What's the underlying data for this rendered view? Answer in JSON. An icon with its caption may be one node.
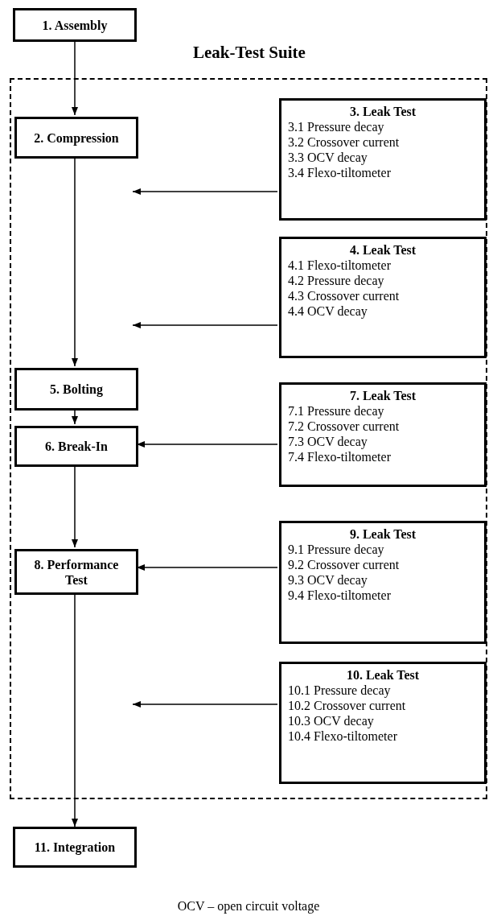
{
  "diagram": {
    "title": "Leak-Test Suite",
    "nodes": [
      {
        "text": [
          "1. Assembly"
        ]
      },
      {
        "text": [],
        "shape": "box"
      },
      {
        "text": [
          "2. Compression"
        ],
        "in": 1
      },
      {
        "text": [
          "3. Leak Test",
          "3.1 Pressure decay",
          "3.2 Crossover current",
          "3.3 OCV decay",
          "3.4 Flexo-tiltometer"
        ],
        "in": 1
      },
      {
        "text": [
          "4. Leak Test",
          "4.1 Flexo-tiltometer",
          "4.2 Pressure decay",
          "4.3 Crossover current",
          "4.4 OCV decay"
        ],
        "in": 1
      },
      {
        "text": [
          "5. Bolting"
        ],
        "in": 1
      },
      {
        "text": [
          "7. Leak Test",
          "7.1 Pressure decay",
          "7.2 Crossover current",
          "7.3 OCV decay",
          "7.4 Flexo-tiltometer"
        ],
        "in": 1
      },
      {
        "text": [
          "6. Break-In"
        ],
        "in": 1
      },
      {
        "text": [
          "9. Leak Test",
          "9.1 Pressure decay",
          "9.2 Crossover current",
          "9.3 OCV decay",
          "9.4 Flexo-tiltometer"
        ],
        "in": 1
      },
      {
        "text": [
          "8. Performance Test"
        ],
        "in": 1
      },
      {
        "text": [
          "10. Leak Test",
          "10.1 Pressure decay",
          "10.2 Crossover current",
          "10.3 OCV decay",
          "10.4 Flexo-tiltometer"
        ],
        "in": 1
      },
      {
        "text": [
          "11. Integration"
        ]
      }
    ],
    "edges": [
      {
        "from": 0,
        "to": 2,
        "arrow": "to"
      },
      {
        "from": 2,
        "to": 5,
        "arrow": "to"
      },
      {
        "from": 3,
        "to": null,
        "arrow": "to"
      },
      {
        "from": 4,
        "to": null,
        "arrow": "to"
      },
      {
        "from": 5,
        "to": 7,
        "arrow": "to"
      },
      {
        "from": 6,
        "to": 7,
        "arrow": "to"
      },
      {
        "from": 7,
        "to": 9,
        "arrow": "to"
      },
      {
        "from": 8,
        "to": 9,
        "arrow": "to"
      },
      {
        "from": 10,
        "to": null,
        "arrow": "to"
      },
      {
        "from": 9,
        "to": 11,
        "arrow": "to"
      }
    ],
    "labels": [
      "OCV – open circuit voltage"
    ]
  }
}
